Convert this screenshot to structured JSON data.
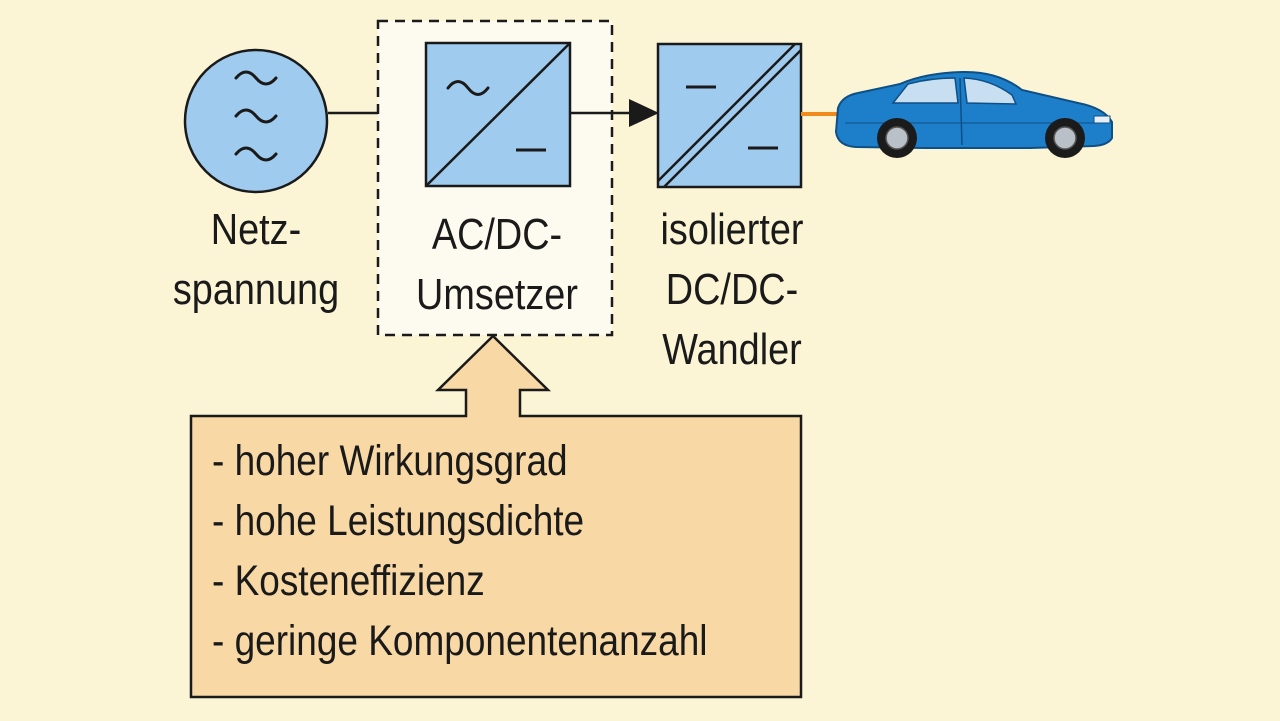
{
  "nodes": {
    "grid_voltage": {
      "label_lines": [
        "Netz-",
        "spannung"
      ]
    },
    "acdc_converter": {
      "label_lines": [
        "AC/DC-",
        "Umsetzer"
      ]
    },
    "isolated_dcdc": {
      "label_lines": [
        "isolierter",
        "DC/DC-",
        "Wandler"
      ]
    }
  },
  "benefits": [
    "- hoher Wirkungsgrad",
    "- hohe Leistungsdichte",
    "- Kosteneffizienz",
    "- geringe Komponentenanzahl"
  ],
  "colors": {
    "background": "#fbf5d6",
    "block_fill": "#9fcbee",
    "benefit_box_fill": "#f8d8a4",
    "car_body": "#1d7fc9",
    "cable": "#f08a1c"
  },
  "icons": [
    "sine-wave-icon",
    "electric-car-icon"
  ]
}
